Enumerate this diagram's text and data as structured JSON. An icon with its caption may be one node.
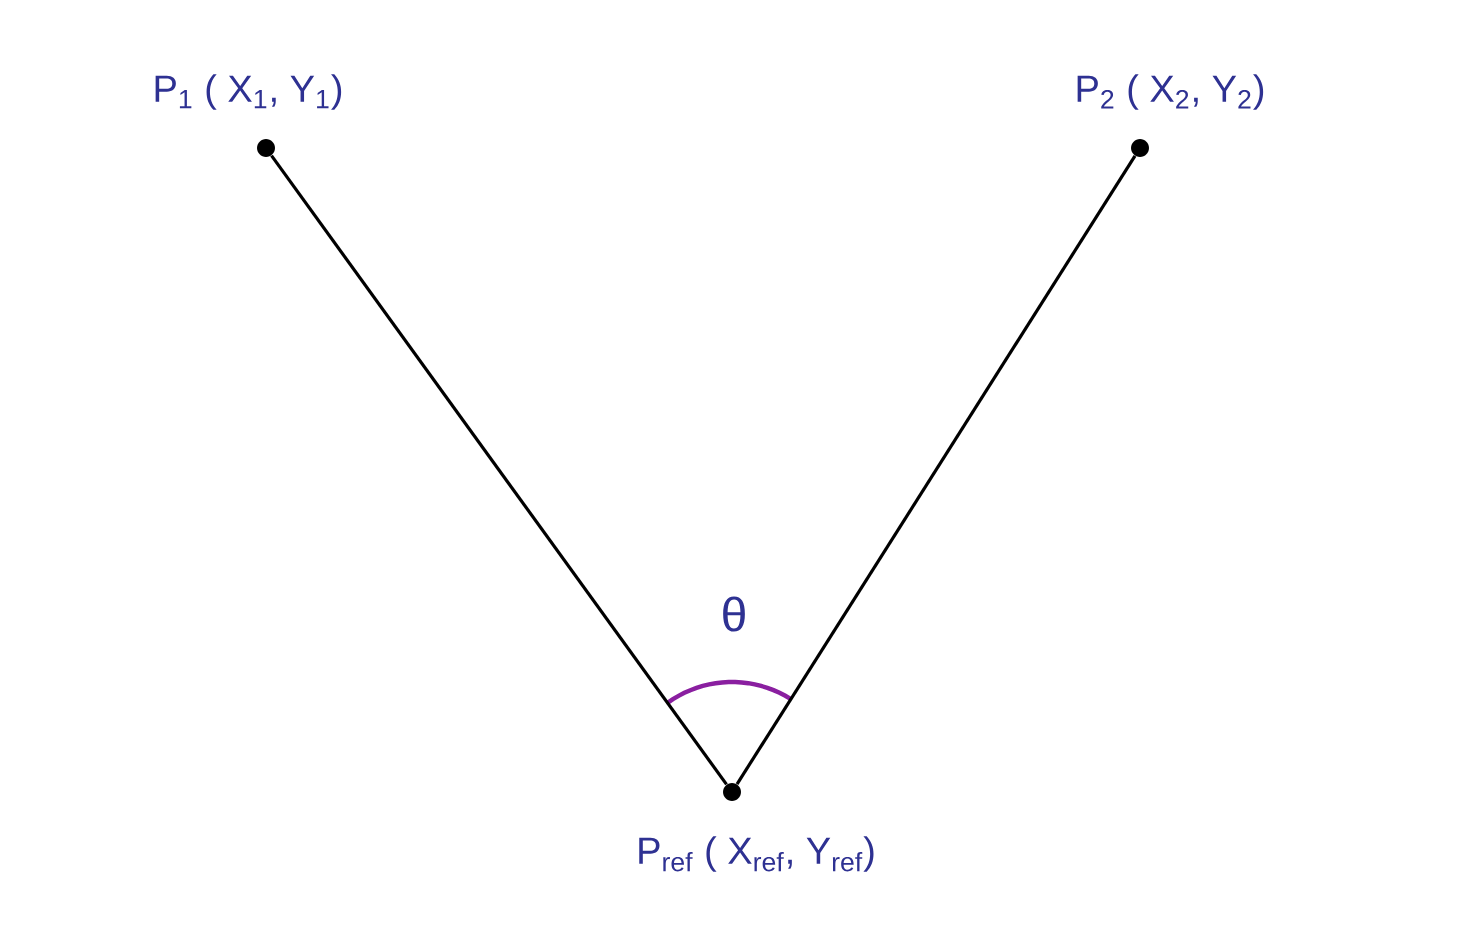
{
  "diagram": {
    "nodes": [
      {
        "text": [],
        "shape": "circle",
        "beside": [
          "P$_{1}$ ( X$_{1}$, Y$_{1}$)"
        ]
      },
      {
        "text": [],
        "shape": "circle",
        "beside": [
          "P$_{2}$ ( X$_{2}$, Y$_{2}$)"
        ]
      },
      {
        "text": [],
        "shape": "circle",
        "beside": [
          "P$_{ref}$ ( X$_{ref}$, Y$_{ref}$)"
        ]
      }
    ],
    "edges": [
      {
        "from": 2,
        "to": 0,
        "arrow": "none"
      },
      {
        "from": 2,
        "to": 1,
        "arrow": "none"
      }
    ],
    "labels": [
      "θ"
    ]
  }
}
